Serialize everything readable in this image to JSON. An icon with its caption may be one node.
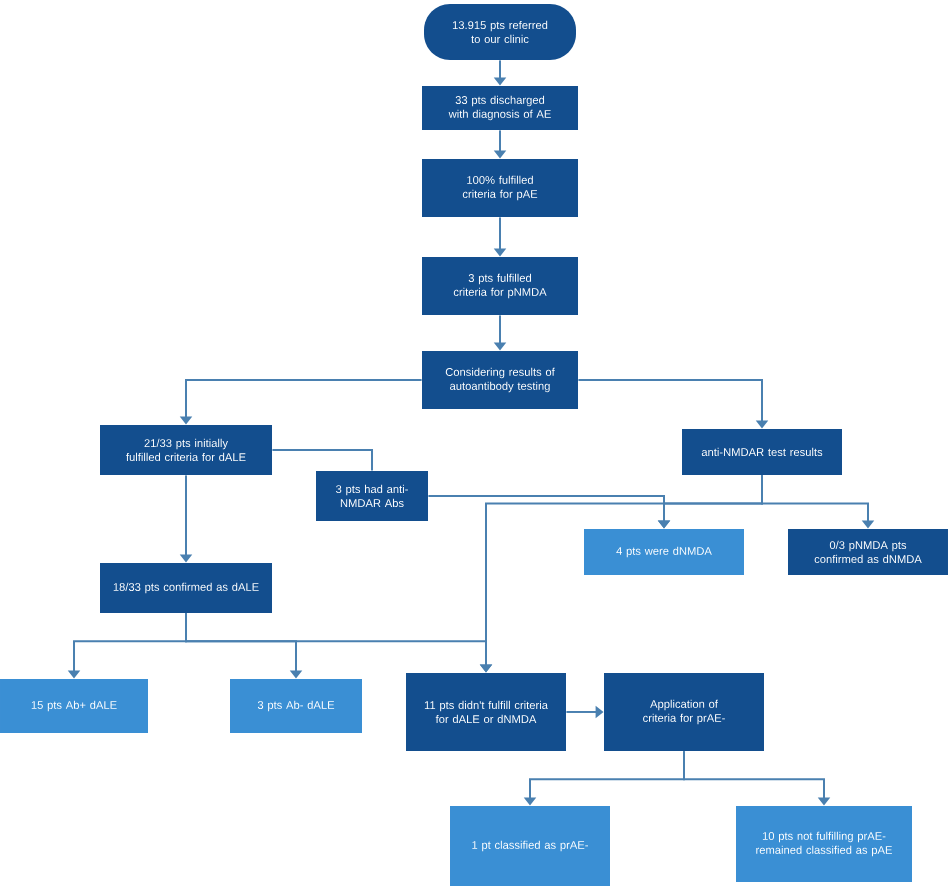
{
  "diagram": {
    "nodes": [
      {
        "text": [
          "13.915 pts referred to our clinic"
        ]
      },
      {
        "text": [
          "33 pts discharged with diagnosis of AE"
        ]
      },
      {
        "text": [
          "100% fulfilled criteria for pAE"
        ]
      },
      {
        "text": [
          "3 pts fulfilled criteria for pNMDA"
        ]
      },
      {
        "text": [
          "Considering results of autoantibody testing"
        ]
      },
      {
        "text": [
          "21/33 pts initially fulfilled criteria for dALE"
        ]
      },
      {
        "text": [
          "anti-NMDAR test results"
        ]
      },
      {
        "text": [
          "3 pts had anti-NMDAR Abs"
        ]
      },
      {
        "text": [
          "4 pts were dNMDA"
        ]
      },
      {
        "text": [
          "0/3 pNMDA pts confirmed as dNMDA"
        ]
      },
      {
        "text": [
          "18/33 pts confirmed as dALE"
        ]
      },
      {
        "text": [
          "15 pts Ab+ dALE"
        ]
      },
      {
        "text": [
          "3 pts Ab- dALE"
        ]
      },
      {
        "text": [
          "11 pts didn't fulfill criteria for dALE or dNMDA"
        ]
      },
      {
        "text": [
          "Application of criteria for prAE-"
        ]
      },
      {
        "text": [
          "1 pt classified as prAE-"
        ]
      },
      {
        "text": [
          "10 pts not fulfilling prAE- remained classified as pAE"
        ]
      }
    ],
    "edges": [
      {
        "from": 0,
        "to": 1,
        "arrow": "to"
      },
      {
        "from": 1,
        "to": 2,
        "arrow": "to"
      },
      {
        "from": 2,
        "to": 3,
        "arrow": "to"
      },
      {
        "from": 3,
        "to": 4,
        "arrow": "to"
      },
      {
        "from": 4,
        "to": 5,
        "arrow": "to"
      },
      {
        "from": 4,
        "to": 6,
        "arrow": "to"
      },
      {
        "from": 5,
        "to": 7,
        "arrow": "none"
      },
      {
        "from": 7,
        "to": 8,
        "arrow": "to"
      },
      {
        "from": 6,
        "to": 8,
        "arrow": "to"
      },
      {
        "from": 6,
        "to": 9,
        "arrow": "to"
      },
      {
        "from": 5,
        "to": 10,
        "arrow": "to"
      },
      {
        "from": 6,
        "to": 13,
        "arrow": "to"
      },
      {
        "from": 10,
        "to": 13,
        "arrow": "to"
      },
      {
        "from": 10,
        "to": 11,
        "arrow": "to"
      },
      {
        "from": 10,
        "to": 12,
        "arrow": "to"
      },
      {
        "from": 13,
        "to": 14,
        "arrow": "to"
      },
      {
        "from": 14,
        "to": 15,
        "arrow": "to"
      },
      {
        "from": 14,
        "to": 16,
        "arrow": "to"
      }
    ]
  }
}
